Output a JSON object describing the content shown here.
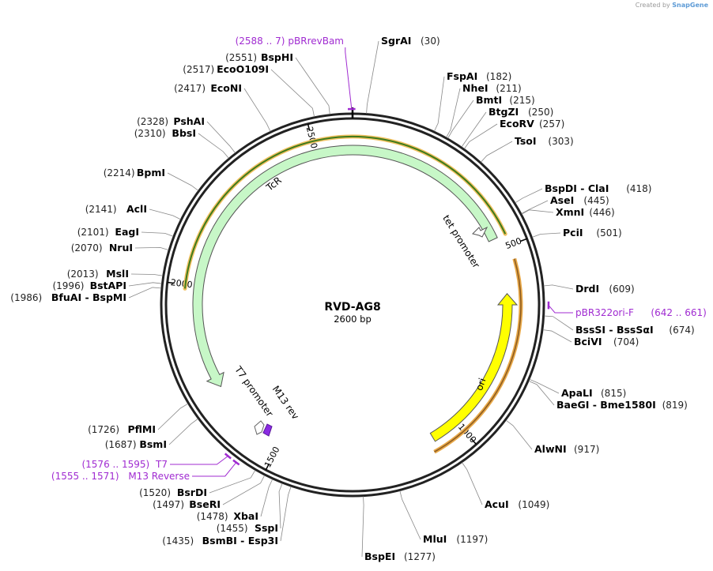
{
  "watermark": {
    "prefix": "Created by",
    "brand": "SnapGene"
  },
  "plasmid": {
    "name": "RVD-AG8",
    "size_label": "2600 bp",
    "total_bp": 2600
  },
  "tick_labels": [
    {
      "bp": 500,
      "label": "500"
    },
    {
      "bp": 1000,
      "label": "1000"
    },
    {
      "bp": 1500,
      "label": "1500"
    },
    {
      "bp": 2000,
      "label": "2000"
    },
    {
      "bp": 2500,
      "label": "2500"
    }
  ],
  "features": [
    {
      "id": "tcr",
      "label": "TcR",
      "start": 1720,
      "end": 470,
      "color": "#c7f7c7"
    },
    {
      "id": "ori",
      "label": "ori",
      "start": 1075,
      "end": 620,
      "color": "#ffff00"
    },
    {
      "id": "tet-promoter",
      "label": "tet promoter",
      "bp": 425,
      "color": "#ffffff"
    },
    {
      "id": "t7-promoter",
      "label": "T7 promoter",
      "bp": 1585,
      "color": "#ffffff"
    },
    {
      "id": "m13-rev",
      "label": "M13 rev",
      "bp": 1563,
      "color": "#8a2be2"
    }
  ],
  "orf_arcs": [
    {
      "id": "orf-tcr",
      "start": 1990,
      "end": 470,
      "color": "#3d7a1c"
    },
    {
      "id": "orf-tcr-outer",
      "start": 1990,
      "end": 470,
      "color": "#f0c060"
    },
    {
      "id": "orf-ori",
      "start": 1090,
      "end": 535,
      "color": "#f0c060"
    }
  ],
  "primers": [
    {
      "id": "pbrrevbam",
      "range": "(2588 .. 7)",
      "name": "pBRrevBam",
      "bp": 2598
    },
    {
      "id": "pbr322ori-f",
      "range": "(642 .. 661)",
      "name": "pBR322ori-F",
      "bp": 651
    },
    {
      "id": "t7",
      "range": "(1576 .. 1595)",
      "name": "T7",
      "bp": 1585
    },
    {
      "id": "m13-reverse",
      "range": "(1555 .. 1571)",
      "name": "M13 Reverse",
      "bp": 1563
    }
  ],
  "sites": [
    {
      "name": "SgrAI",
      "pos": "(30)",
      "bp": 30
    },
    {
      "name": "FspAI",
      "pos": "(182)",
      "bp": 182
    },
    {
      "name": "NheI",
      "pos": "(211)",
      "bp": 211
    },
    {
      "name": "BmtI",
      "pos": "(215)",
      "bp": 215
    },
    {
      "name": "BtgZI",
      "pos": "(250)",
      "bp": 250
    },
    {
      "name": "EcoRV",
      "pos": "(257)",
      "bp": 257
    },
    {
      "name": "TsoI",
      "pos": "(303)",
      "bp": 303
    },
    {
      "name": "BspDI - ClaI",
      "pos": "(418)",
      "bp": 418
    },
    {
      "name": "AseI",
      "pos": "(445)",
      "bp": 445
    },
    {
      "name": "XmnI",
      "pos": "(446)",
      "bp": 446
    },
    {
      "name": "PciI",
      "pos": "(501)",
      "bp": 501
    },
    {
      "name": "DrdI",
      "pos": "(609)",
      "bp": 609
    },
    {
      "name": "BssSI - BssSαI",
      "pos": "(674)",
      "bp": 674
    },
    {
      "name": "BciVI",
      "pos": "(704)",
      "bp": 704
    },
    {
      "name": "ApaLI",
      "pos": "(815)",
      "bp": 815
    },
    {
      "name": "BaeGI - Bme1580I",
      "pos": "(819)",
      "bp": 819
    },
    {
      "name": "AlwNI",
      "pos": "(917)",
      "bp": 917
    },
    {
      "name": "AcuI",
      "pos": "(1049)",
      "bp": 1049
    },
    {
      "name": "MluI",
      "pos": "(1197)",
      "bp": 1197
    },
    {
      "name": "BspEI",
      "pos": "(1277)",
      "bp": 1277
    },
    {
      "name": "BsmBI - Esp3I",
      "pos": "(1435)",
      "bp": 1435
    },
    {
      "name": "SspI",
      "pos": "(1455)",
      "bp": 1455
    },
    {
      "name": "XbaI",
      "pos": "(1478)",
      "bp": 1478
    },
    {
      "name": "BseRI",
      "pos": "(1497)",
      "bp": 1497
    },
    {
      "name": "BsrDI",
      "pos": "(1520)",
      "bp": 1520
    },
    {
      "name": "BsmI",
      "pos": "(1687)",
      "bp": 1687
    },
    {
      "name": "PflMI",
      "pos": "(1726)",
      "bp": 1726
    },
    {
      "name": "BfuAI - BspMI",
      "pos": "(1986)",
      "bp": 1986
    },
    {
      "name": "BstAPI",
      "pos": "(1996)",
      "bp": 1996
    },
    {
      "name": "MslI",
      "pos": "(2013)",
      "bp": 2013
    },
    {
      "name": "NruI",
      "pos": "(2070)",
      "bp": 2070
    },
    {
      "name": "EagI",
      "pos": "(2101)",
      "bp": 2101
    },
    {
      "name": "AclI",
      "pos": "(2141)",
      "bp": 2141
    },
    {
      "name": "BpmI",
      "pos": "(2214)",
      "bp": 2214
    },
    {
      "name": "BbsI",
      "pos": "(2310)",
      "bp": 2310
    },
    {
      "name": "PshAI",
      "pos": "(2328)",
      "bp": 2328
    },
    {
      "name": "EcoNI",
      "pos": "(2417)",
      "bp": 2417
    },
    {
      "name": "EcoO109I",
      "pos": "(2517)",
      "bp": 2517
    },
    {
      "name": "BspHI",
      "pos": "(2551)",
      "bp": 2551
    }
  ]
}
